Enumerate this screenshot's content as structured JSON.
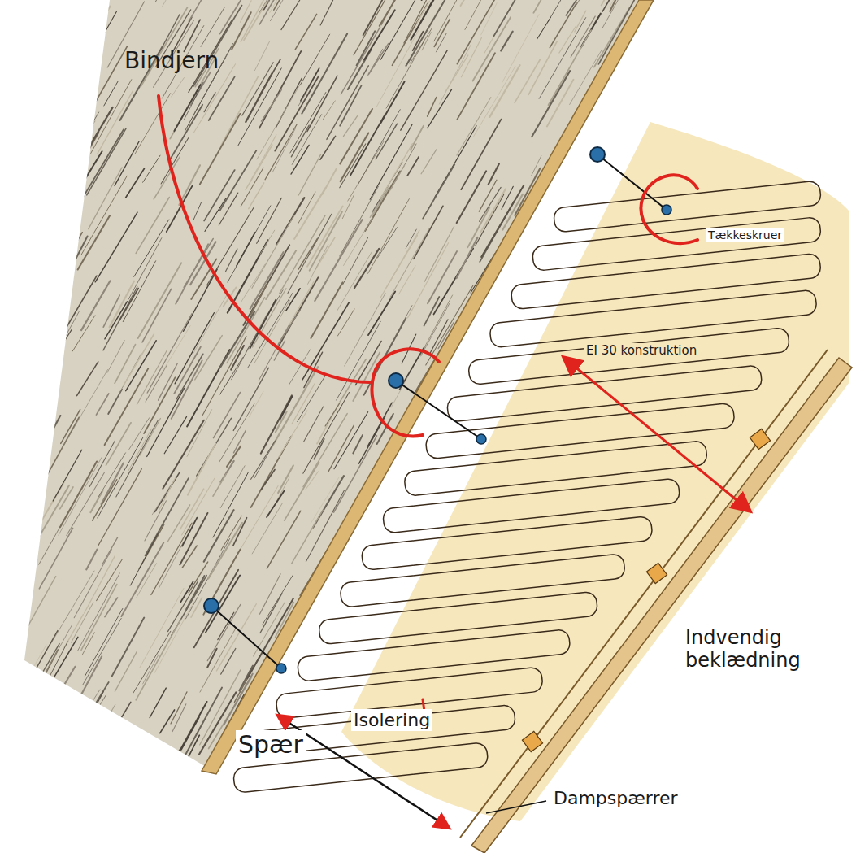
{
  "diagram": {
    "labels": [
      "Bindjern",
      "Tækkeskruer",
      "EI 30 konstruktion",
      "Indvendig beklædning",
      "Isolering",
      "Spær",
      "Dampspærrer"
    ]
  }
}
